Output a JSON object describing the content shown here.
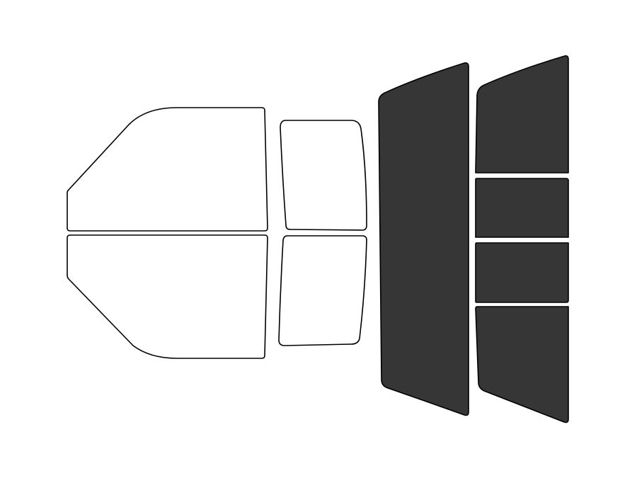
{
  "diagram": {
    "background_color": "#ffffff",
    "outline_color": "#000000",
    "panes": [
      {
        "name": "front-door-window-upper",
        "tinted": false
      },
      {
        "name": "front-door-window-lower",
        "tinted": false
      },
      {
        "name": "rear-door-window-upper",
        "tinted": false
      },
      {
        "name": "rear-door-window-lower",
        "tinted": false
      },
      {
        "name": "rear-windshield",
        "tinted": true
      },
      {
        "name": "rear-slider-top",
        "tinted": true
      },
      {
        "name": "rear-slider-center-upper",
        "tinted": true
      },
      {
        "name": "rear-slider-center-lower",
        "tinted": true
      },
      {
        "name": "rear-slider-bottom",
        "tinted": true
      }
    ],
    "unfilled_color": "#ffffff",
    "tint_color": "#363636"
  }
}
